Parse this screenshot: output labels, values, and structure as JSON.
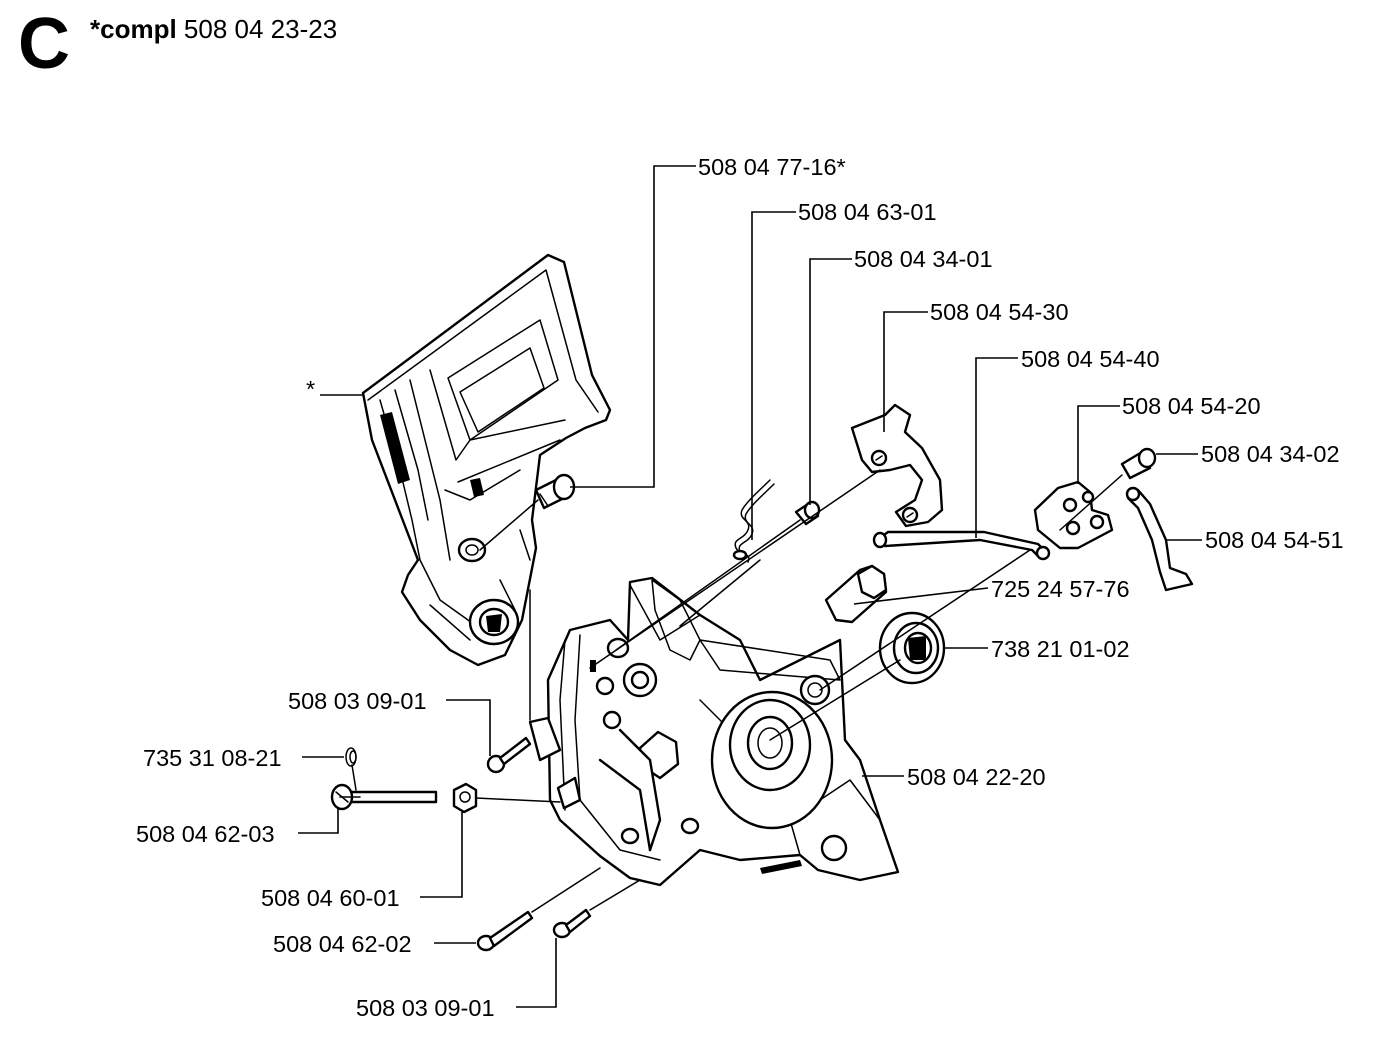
{
  "section": {
    "letter": "C"
  },
  "kit": {
    "prefix": "*compl",
    "number": "508 04 23-23"
  },
  "parts": [
    {
      "id": "p1",
      "number": "508 04 77-16*",
      "name": "cover-plate-pin"
    },
    {
      "id": "p2",
      "number": "508 04 63-01",
      "name": "spring"
    },
    {
      "id": "p3",
      "number": "508 04 34-01",
      "name": "bushing-upper"
    },
    {
      "id": "p4",
      "number": "508 04 54-30",
      "name": "lever-bracket"
    },
    {
      "id": "p5",
      "number": "508 04 54-40",
      "name": "link-rod"
    },
    {
      "id": "p6",
      "number": "508 04 54-20",
      "name": "lever-plate"
    },
    {
      "id": "p7",
      "number": "508 04 34-02",
      "name": "bushing-right"
    },
    {
      "id": "p8",
      "number": "508 04 54-51",
      "name": "crank-rod"
    },
    {
      "id": "p9",
      "number": "725 24 57-76",
      "name": "hex-sleeve"
    },
    {
      "id": "p10",
      "number": "738 21 01-02",
      "name": "ball-bearing"
    },
    {
      "id": "p11",
      "number": "508 04 22-20",
      "name": "crankcase-half"
    },
    {
      "id": "p12",
      "number": "508 03 09-01",
      "name": "screw-upper"
    },
    {
      "id": "p13",
      "number": "735 31 08-21",
      "name": "circlip"
    },
    {
      "id": "p14",
      "number": "508 04 62-03",
      "name": "adjusting-screw"
    },
    {
      "id": "p15",
      "number": "508 04 60-01",
      "name": "nut"
    },
    {
      "id": "p16",
      "number": "508 04 62-02",
      "name": "long-screw"
    },
    {
      "id": "p17",
      "number": "508 03 09-01",
      "name": "screw-lower"
    },
    {
      "id": "p18",
      "number": "*",
      "name": "chain-brake-cover"
    }
  ]
}
